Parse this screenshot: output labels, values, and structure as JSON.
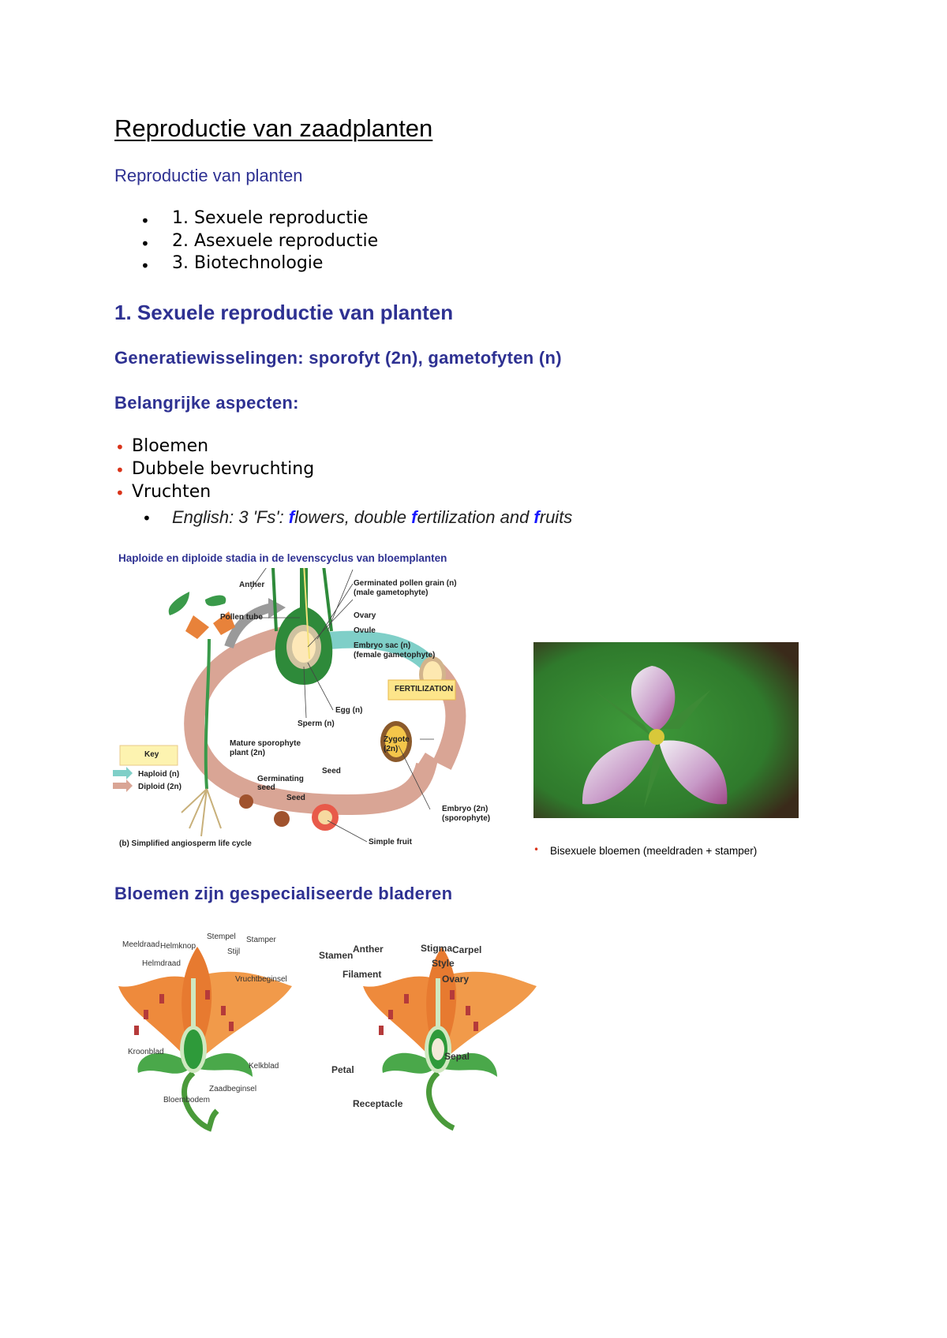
{
  "title": "Reproductie van zaadplanten",
  "section_intro": {
    "heading": "Reproductie van planten",
    "items": [
      "1. Sexuele reproductie",
      "2. Asexuele reproductie",
      "3. Biotechnologie"
    ]
  },
  "section_1": {
    "heading": "1. Sexuele reproductie van planten",
    "subheading": "Generatiewisselingen: sporofyt (2n), gametofyten (n)",
    "aspects_heading": "Belangrijke aspecten:",
    "aspects": [
      "Bloemen",
      "Dubbele bevruchting",
      "Vruchten"
    ],
    "english": {
      "prefix": "English: 3 'Fs': ",
      "f1": "f",
      "w1": "lowers, double ",
      "f2": "f",
      "w2": "ertilization and ",
      "f3": "f",
      "w3": "ruits"
    }
  },
  "lifecycle_figure": {
    "title": "Haploide en diploide stadia in de levenscyclus van bloemplanten",
    "labels": {
      "anther": "Anther",
      "pollen_grain": "Germinated pollen grain (n)",
      "pollen_grain_sub": "(male gametophyte)",
      "pollen_tube": "Pollen tube",
      "ovary": "Ovary",
      "ovule": "Ovule",
      "embryo_sac": "Embryo sac (n)",
      "embryo_sac_sub": "(female gametophyte)",
      "fertilization": "FERTILIZATION",
      "egg": "Egg (n)",
      "sperm": "Sperm (n)",
      "mature": "Mature sporophyte",
      "mature_sub": "plant (2n)",
      "zygote": "Zygote",
      "zygote_sub": "(2n)",
      "germinating": "Germinating",
      "germinating_sub": "seed",
      "seed_a": "Seed",
      "seed_b": "Seed",
      "embryo": "Embryo (2n)",
      "embryo_sub": "(sporophyte)",
      "simple_fruit": "Simple fruit",
      "caption": "(b) Simplified angiosperm life cycle"
    },
    "key": {
      "title": "Key",
      "haploid": "Haploid (n)",
      "diploid": "Diploid (2n)"
    },
    "colors": {
      "haploid": "#7fcfc8",
      "diploid": "#d9a595",
      "key_box": "#fdf3b0",
      "title": "#2e3192"
    }
  },
  "photo_caption": "Bisexuele bloemen (meeldraden + stamper)",
  "section_flowers": {
    "heading": "Bloemen zijn gespecialiseerde bladeren",
    "dutch_labels": {
      "meeldraad": "Meeldraad",
      "helmknop": "Helmknop",
      "helmdraad": "Helmdraad",
      "stempel": "Stempel",
      "stamper": "Stamper",
      "stijl": "Stijl",
      "vruchtbeginsel": "Vruchtbeginsel",
      "kroonblad": "Kroonblad",
      "kelkblad": "Kelkblad",
      "zaadbeginsel": "Zaadbeginsel",
      "bloembodem": "Bloembodem"
    },
    "english_labels": {
      "stamen": "Stamen",
      "anther": "Anther",
      "stigma": "Stigma",
      "carpel": "Carpel",
      "style": "Style",
      "filament": "Filament",
      "ovary": "Ovary",
      "sepal": "Sepal",
      "petal": "Petal",
      "receptacle": "Receptacle"
    }
  },
  "colors": {
    "heading_blue": "#2e3192",
    "bullet_red": "#d9341a",
    "f_highlight": "#1a1aff",
    "petal_orange": "#f0893c",
    "leaf_green": "#3f9a3a"
  }
}
